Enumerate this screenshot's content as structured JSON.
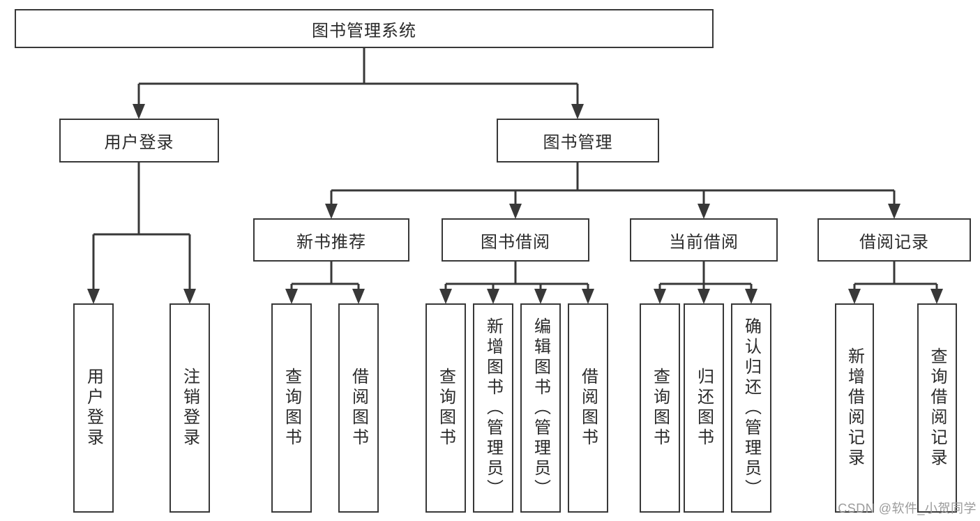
{
  "nodes": {
    "root": "图书管理系统",
    "user_login_module": "用户登录",
    "book_management": "图书管理",
    "new_books": "新书推荐",
    "book_borrow": "图书借阅",
    "current_borrow": "当前借阅",
    "borrow_records": "借阅记录",
    "user_login": "用户登录",
    "logout": "注销登录",
    "nb_query_books": "查询图书",
    "nb_borrow_books": "借阅图书",
    "bb_query_books": "查询图书",
    "bb_add_books": "新增图书（管理员）",
    "bb_edit_books": "编辑图书（管理员）",
    "bb_borrow_books": "借阅图书",
    "cb_query_books": "查询图书",
    "cb_return_books": "归还图书",
    "cb_confirm_return": "确认归还（管理员）",
    "br_add_record": "新增借阅记录",
    "br_query_record": "查询借阅记录"
  },
  "watermark": {
    "text": "CSDN @软件_小贺同学"
  },
  "colors": {
    "line": "#383838",
    "box_border": "#383838",
    "text": "#2a2a2a",
    "background": "#ffffff",
    "watermark": "#9b9b9b"
  }
}
